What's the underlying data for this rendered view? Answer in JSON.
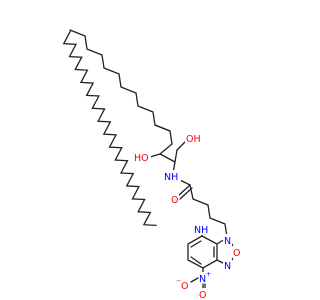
{
  "structure": {
    "atoms": {
      "hydroxyl_top": "OH",
      "hydroxyl_left": "HO",
      "amide_nh": "NH",
      "carbonyl_o": "O",
      "amine_nh": "NH",
      "ring_n_upper": "N",
      "ring_o": "O",
      "ring_n_lower": "N",
      "nitro_n": "N",
      "nitro_n_charge": "+",
      "nitro_o_left": "O",
      "nitro_o_left_charge": "−",
      "nitro_o_bottom": "O"
    },
    "colors": {
      "bond": "#222222",
      "oxygen": "#ff0000",
      "nitrogen": "#0000ff",
      "carbon_label": "#222222"
    }
  }
}
